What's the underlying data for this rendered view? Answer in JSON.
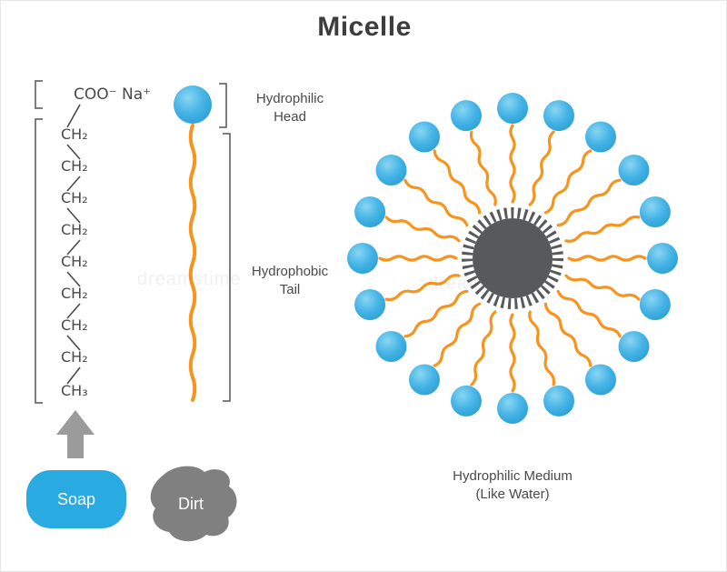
{
  "title": "Micelle",
  "surfactant": {
    "chain": [
      "COO⁻ Na⁺",
      "CH₂",
      "CH₂",
      "CH₂",
      "CH₂",
      "CH₂",
      "CH₂",
      "CH₂",
      "CH₂",
      "CH₃"
    ],
    "head_label": [
      "Hydrophilic",
      "Head"
    ],
    "tail_label": [
      "Hydrophobic",
      "Tail"
    ]
  },
  "micelle": {
    "head_count": 20,
    "medium_label": [
      "Hydrophilic Medium",
      "(Like Water)"
    ]
  },
  "legend": {
    "soap": "Soap",
    "dirt": "Dirt"
  },
  "watermark": "dreamstime",
  "colors": {
    "head_blue": "#45B4E6",
    "tail_orange": "#F7941E",
    "core_gray": "#58595B",
    "soap_blue": "#29AAE1",
    "dirt_gray": "#808080",
    "arrow_gray": "#9B9B9B",
    "text_gray": "#4A4A4A"
  }
}
